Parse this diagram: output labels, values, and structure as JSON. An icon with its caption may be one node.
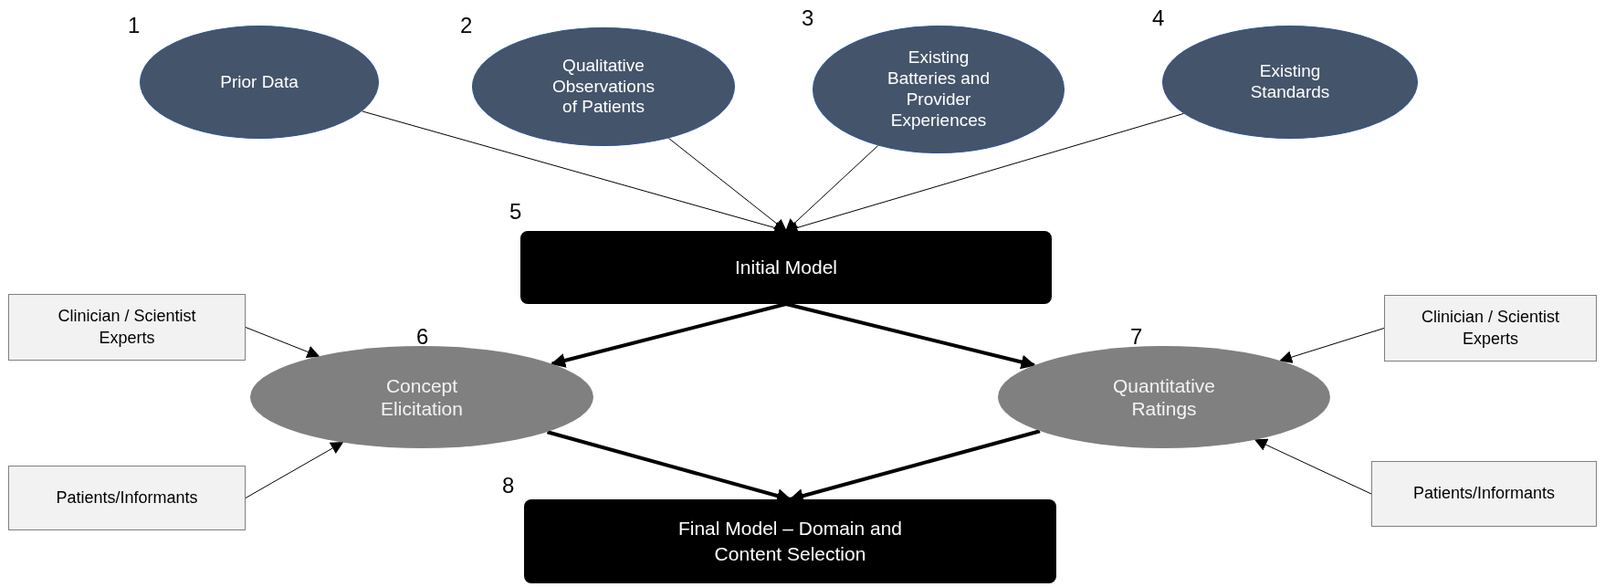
{
  "diagram": {
    "nodes": [
      {
        "text": [
          "Prior Data"
        ],
        "beside": [
          "1"
        ]
      },
      {
        "text": [
          "Qualitative Observations of Patients"
        ],
        "beside": [
          "2"
        ]
      },
      {
        "text": [
          "Existing Batteries and Provider Experiences"
        ],
        "beside": [
          "3"
        ]
      },
      {
        "text": [
          "Existing Standards"
        ],
        "beside": [
          "4"
        ]
      },
      {
        "text": [
          "Initial Model"
        ],
        "beside": [
          "5"
        ]
      },
      {
        "text": [
          "Clinician / Scientist Experts"
        ]
      },
      {
        "text": [
          "Concept Elicitation"
        ],
        "beside": [
          "6"
        ]
      },
      {
        "text": [
          "Quantitative Ratings"
        ],
        "beside": [
          "7"
        ]
      },
      {
        "text": [
          "Clinician / Scientist Experts"
        ]
      },
      {
        "text": [
          "Patients/Informants"
        ]
      },
      {
        "text": [
          "Patients/Informants"
        ]
      },
      {
        "text": [
          "Final Model – Domain and Content Selection"
        ],
        "beside": [
          "8"
        ]
      }
    ],
    "edges": [
      {
        "from": 0,
        "to": 4,
        "arrow": "to"
      },
      {
        "from": 1,
        "to": 4,
        "arrow": "to"
      },
      {
        "from": 2,
        "to": 4,
        "arrow": "to"
      },
      {
        "from": 3,
        "to": 4,
        "arrow": "to"
      },
      {
        "from": 4,
        "to": 6,
        "arrow": "to",
        "style": "thick"
      },
      {
        "from": 4,
        "to": 7,
        "arrow": "to",
        "style": "thick"
      },
      {
        "from": 5,
        "to": 6,
        "arrow": "to"
      },
      {
        "from": 8,
        "to": 7,
        "arrow": "to"
      },
      {
        "from": 9,
        "to": 6,
        "arrow": "to"
      },
      {
        "from": 10,
        "to": 7,
        "arrow": "to"
      },
      {
        "from": 6,
        "to": 11,
        "arrow": "to",
        "style": "thick"
      },
      {
        "from": 7,
        "to": 11,
        "arrow": "to",
        "style": "thick"
      }
    ]
  }
}
